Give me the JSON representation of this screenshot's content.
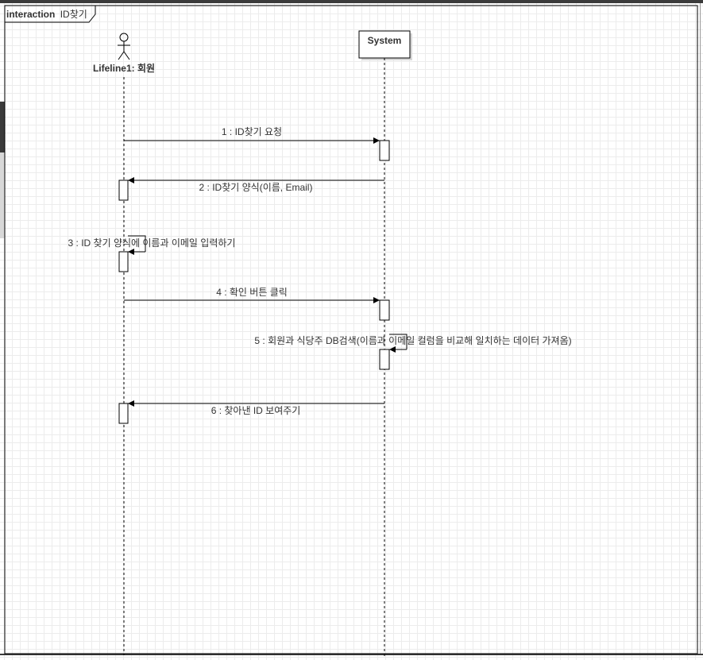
{
  "frame": {
    "keyword": "interaction",
    "name": "ID찾기"
  },
  "lifelines": [
    {
      "label": "Lifeline1: 회원",
      "kind": "actor"
    },
    {
      "label": "System",
      "kind": "object"
    }
  ],
  "messages": [
    {
      "label": "1 : ID찾기 요청"
    },
    {
      "label": "2 : ID찾기 양식(이름, Email)"
    },
    {
      "label": "3 : ID 찾기 양식에 이름과 이메일 입력하기"
    },
    {
      "label": "4 : 확인 버튼 클릭"
    },
    {
      "label": "5 : 회원과 식당주 DB검색(이름과 이메일 컬럼을 비교해 일치하는 데이터 가져옴)"
    },
    {
      "label": "6 : 찾아낸 ID 보여주기"
    }
  ],
  "colors": {
    "line": "#000000",
    "text": "#333333",
    "grid": "#ececec"
  }
}
